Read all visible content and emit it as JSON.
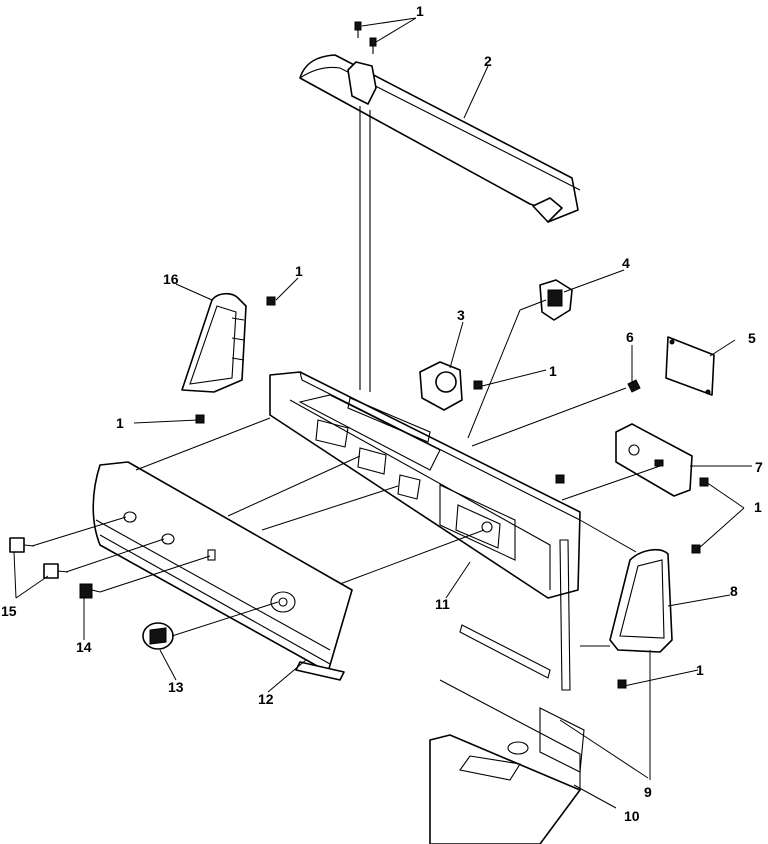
{
  "callouts": [
    {
      "id": "c1a",
      "text": "1"
    },
    {
      "id": "c2",
      "text": "2"
    },
    {
      "id": "c16",
      "text": "16"
    },
    {
      "id": "c1b",
      "text": "1"
    },
    {
      "id": "c4",
      "text": "4"
    },
    {
      "id": "c3",
      "text": "3"
    },
    {
      "id": "c1c",
      "text": "1"
    },
    {
      "id": "c6",
      "text": "6"
    },
    {
      "id": "c5",
      "text": "5"
    },
    {
      "id": "c1d",
      "text": "1"
    },
    {
      "id": "c7",
      "text": "7"
    },
    {
      "id": "c1e",
      "text": "1"
    },
    {
      "id": "c8",
      "text": "8"
    },
    {
      "id": "c15",
      "text": "15"
    },
    {
      "id": "c14",
      "text": "14"
    },
    {
      "id": "c11",
      "text": "11"
    },
    {
      "id": "c13",
      "text": "13"
    },
    {
      "id": "c12",
      "text": "12"
    },
    {
      "id": "c1f",
      "text": "1"
    },
    {
      "id": "c9",
      "text": "9"
    },
    {
      "id": "c10",
      "text": "10"
    }
  ]
}
